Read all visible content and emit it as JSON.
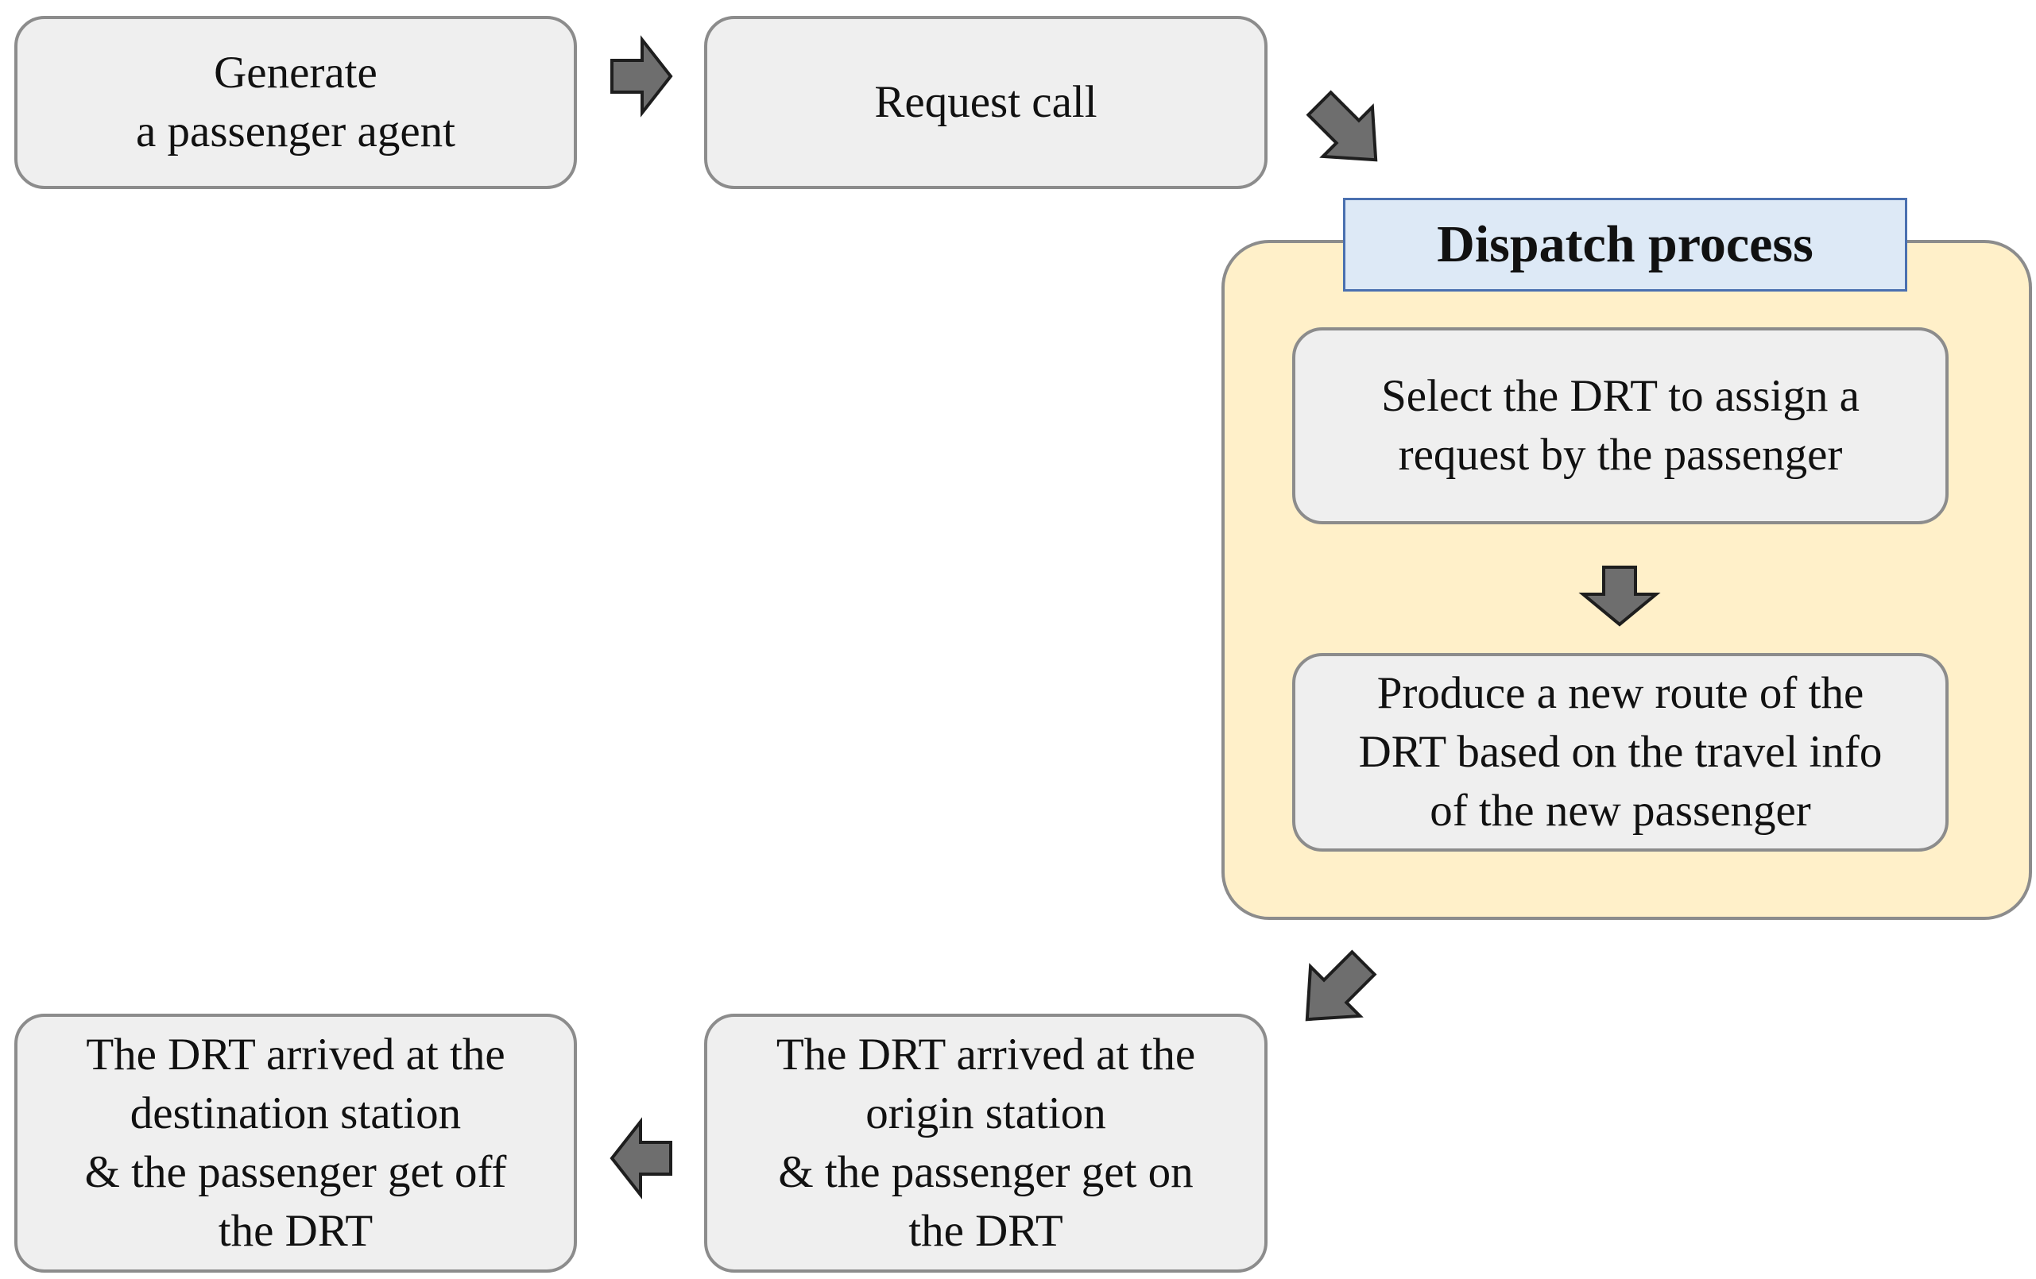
{
  "nodes": {
    "generate": {
      "lines": [
        "Generate",
        "a passenger agent"
      ]
    },
    "request_call": {
      "lines": [
        "Request call"
      ]
    },
    "dispatch": {
      "title": "Dispatch process",
      "select": {
        "lines": [
          "Select the DRT to assign a",
          "request by the passenger"
        ]
      },
      "produce": {
        "lines": [
          "Produce a new route of the",
          "DRT based on the travel info",
          "of the new passenger"
        ]
      }
    },
    "arrived_origin": {
      "lines": [
        "The DRT arrived at the",
        "origin station",
        "& the passenger get on",
        "the DRT"
      ]
    },
    "arrived_destination": {
      "lines": [
        "The DRT arrived at the",
        "destination station",
        "& the passenger get off",
        "the DRT"
      ]
    }
  },
  "colors": {
    "box_fill": "#efefef",
    "box_border": "#8c8c8c",
    "group_fill": "#fff0c9",
    "title_fill": "#dde9f6",
    "title_border": "#4a70b0",
    "arrow_fill": "#6e6e6e"
  }
}
